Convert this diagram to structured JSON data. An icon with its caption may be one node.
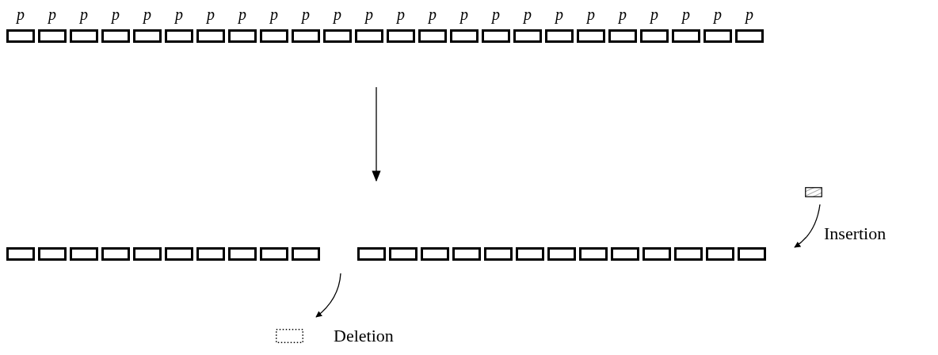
{
  "diagram": {
    "nodes": [
      {
        "text": [],
        "shape": "bar",
        "beside": [
          "p",
          "p",
          "p",
          "p",
          "p",
          "p",
          "p",
          "p",
          "p",
          "p",
          "p",
          "p",
          "p",
          "p",
          "p",
          "p",
          "p",
          "p",
          "p",
          "p",
          "p",
          "p",
          "p",
          "p"
        ]
      },
      {
        "text": [],
        "shape": "bar"
      },
      {
        "text": [],
        "shape": "bar"
      },
      {
        "text": [],
        "shape": "box"
      },
      {
        "text": [],
        "shape": "box",
        "beside": [
          "Deletion"
        ]
      }
    ],
    "edges": [
      {
        "from": 3,
        "to": 2,
        "arrow": "to",
        "label": "Insertion"
      },
      {
        "from": null,
        "to": 4,
        "arrow": "to"
      }
    ]
  }
}
